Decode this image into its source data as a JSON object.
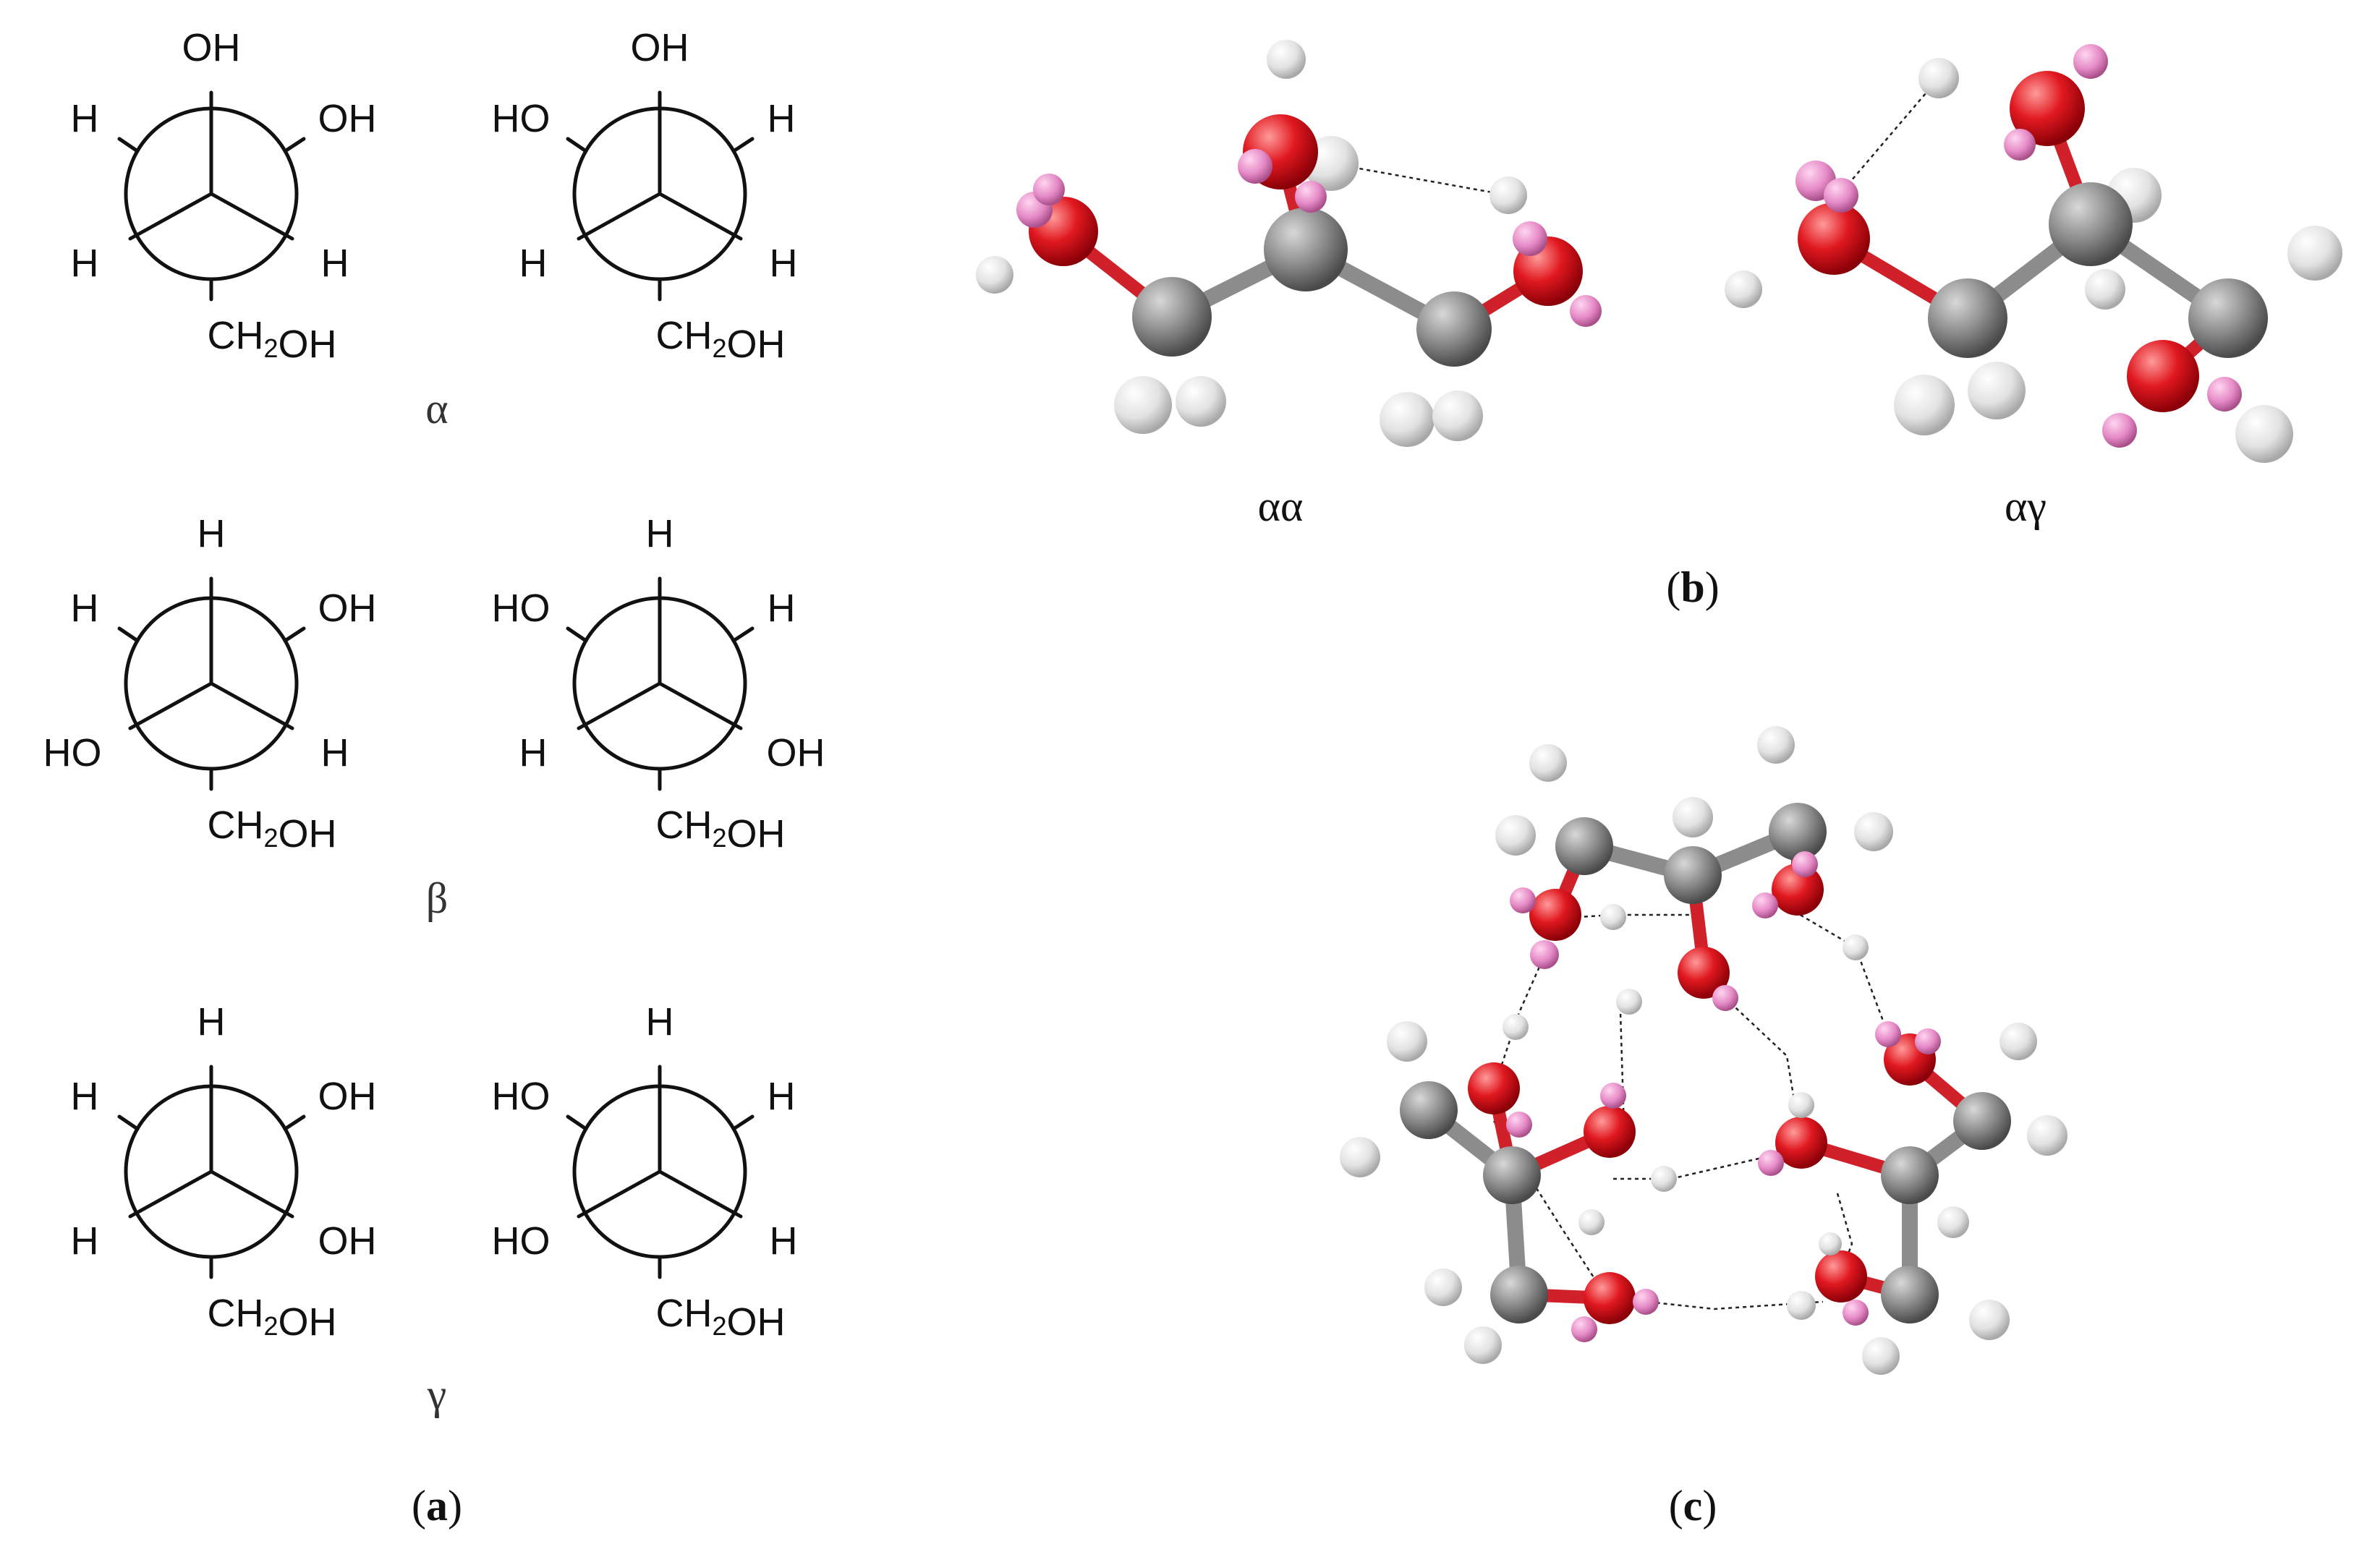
{
  "panel_a": {
    "caption_letter": "a",
    "rows": [
      {
        "greek": "α",
        "left": {
          "top": "OH",
          "upper_left": "H",
          "upper_right": "OH",
          "lower_left": "H",
          "lower_right": "H",
          "bottom": "CH2OH"
        },
        "right": {
          "top": "OH",
          "upper_left": "HO",
          "upper_right": "H",
          "lower_left": "H",
          "lower_right": "H",
          "bottom": "CH2OH"
        }
      },
      {
        "greek": "β",
        "left": {
          "top": "H",
          "upper_left": "H",
          "upper_right": "OH",
          "lower_left": "HO",
          "lower_right": "H",
          "bottom": "CH2OH"
        },
        "right": {
          "top": "H",
          "upper_left": "HO",
          "upper_right": "H",
          "lower_left": "H",
          "lower_right": "OH",
          "bottom": "CH2OH"
        }
      },
      {
        "greek": "γ",
        "left": {
          "top": "H",
          "upper_left": "H",
          "upper_right": "OH",
          "lower_left": "H",
          "lower_right": "OH",
          "bottom": "CH2OH"
        },
        "right": {
          "top": "H",
          "upper_left": "HO",
          "upper_right": "H",
          "lower_left": "HO",
          "lower_right": "H",
          "bottom": "CH2OH"
        }
      }
    ]
  },
  "panel_b": {
    "caption_letter": "b",
    "conformers": [
      "αα",
      "αγ"
    ]
  },
  "panel_c": {
    "caption_letter": "c"
  },
  "colors": {
    "carbon": "#8c8c8c",
    "oxygen": "#d81b22",
    "hydrogen": "#e4e4e4",
    "hydroxyl_hydrogen": "#e58ac6",
    "hydrogen_bond": "#222222"
  }
}
